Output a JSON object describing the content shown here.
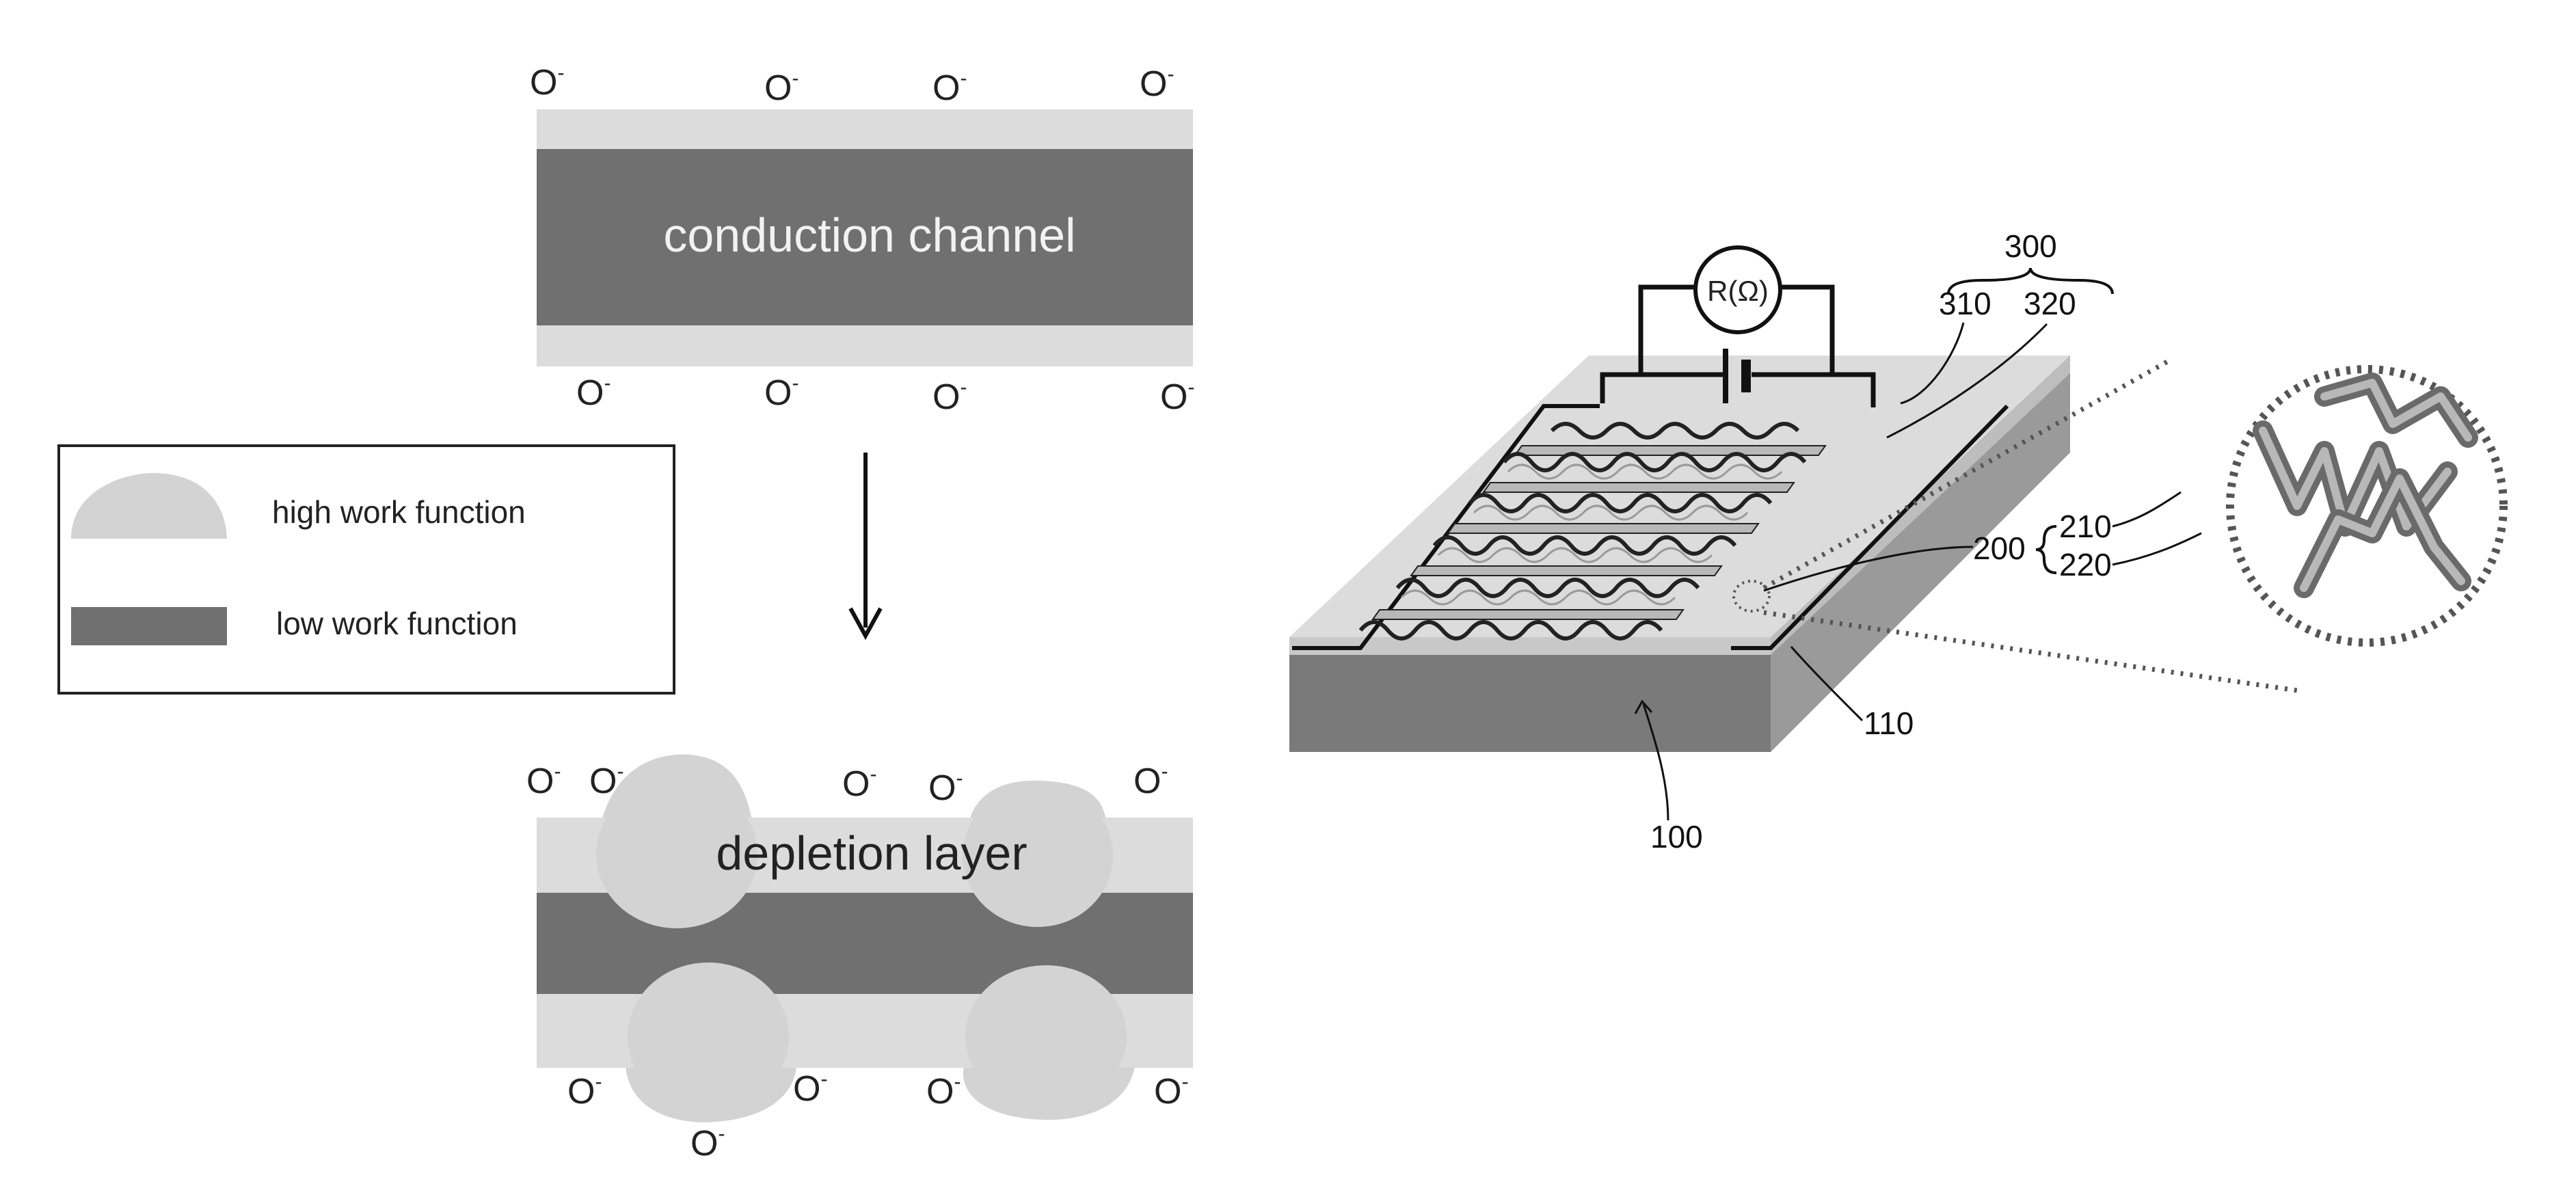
{
  "left": {
    "top_diagram": {
      "label": "conduction channel",
      "ion": "O"
    },
    "bottom_diagram": {
      "label": "depletion layer",
      "ion": "O"
    },
    "legend": {
      "items": [
        {
          "label": "high work function",
          "color": "#d3d3d3"
        },
        {
          "label": "low work function",
          "color": "#707070"
        }
      ]
    }
  },
  "right": {
    "meter_label": "R(Ω)",
    "refs": {
      "electrodes": "300",
      "electrode_a": "310",
      "electrode_b": "320",
      "nanowire_network": "200",
      "core": "210",
      "shell": "220",
      "layer": "110",
      "substrate": "100"
    }
  },
  "colors": {
    "dark": "#707070",
    "light": "#dcdcdc",
    "black": "#111111"
  }
}
